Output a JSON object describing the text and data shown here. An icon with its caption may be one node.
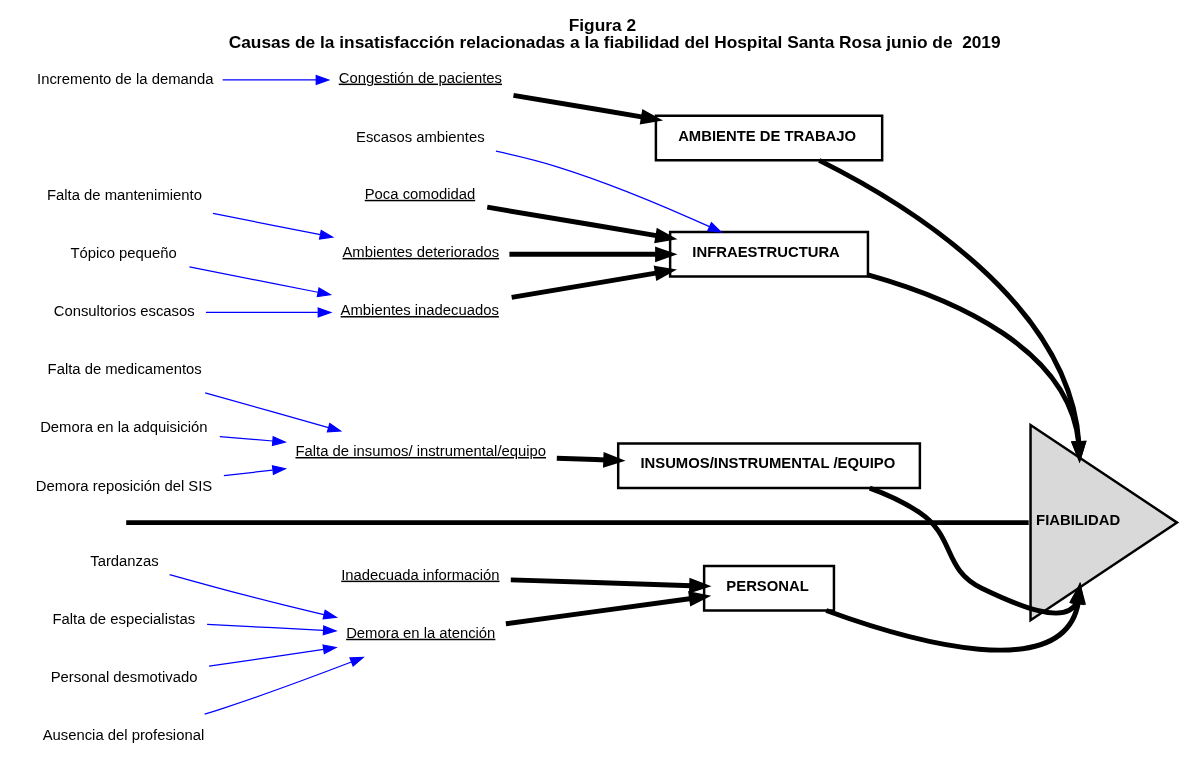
{
  "diagram": {
    "title": "Figura 2",
    "caption": "Causas de la insatisfacción relacionadas a la fiabilidad del Hospital Santa Rosa junio de  2019",
    "nodes": [
      {
        "text": [
          "PERSONAL"
        ]
      },
      {
        "text": [
          "AMBIENTE DE TRABAJO"
        ]
      },
      {
        "text": [
          "FIABILIDAD"
        ]
      },
      {
        "text": [
          "INFRAESTRUCTURA"
        ]
      },
      {
        "text": [
          "INSUMOS/INSTRUMENTAL /EQUIPO"
        ]
      },
      {
        "text": [
          "Inadecuada información"
        ]
      },
      {
        "text": [
          "Demora en la atención"
        ]
      },
      {
        "text": [
          "Tardanzas"
        ]
      },
      {
        "text": [
          "Falta de especialistas"
        ]
      },
      {
        "text": [
          "Personal desmotivado"
        ]
      },
      {
        "text": [
          "Ausencia del profesional"
        ]
      },
      {
        "text": [
          "Congestión de pacientes"
        ]
      },
      {
        "text": [
          "Incremento de la demanda"
        ]
      },
      {
        "text": [
          "Escasos ambientes"
        ]
      },
      {
        "text": [
          "Poca comodidad"
        ]
      },
      {
        "text": [
          "Ambientes deteriorados"
        ]
      },
      {
        "text": [
          "Falta de mantenimiento"
        ]
      },
      {
        "text": [
          "Ambientes inadecuados"
        ]
      },
      {
        "text": [
          "Tópico pequeño"
        ]
      },
      {
        "text": [
          "Consultorios escasos"
        ]
      },
      {
        "text": [
          "Falta de insumos/ instrumental/equipo"
        ]
      },
      {
        "text": [
          "Falta de medicamentos"
        ]
      },
      {
        "text": [
          "Demora en la adquisición"
        ]
      },
      {
        "text": [
          "Demora reposición del SIS"
        ]
      }
    ],
    "edges": [
      {
        "from": null,
        "to": 2,
        "arrow": "none",
        "style": "thick"
      },
      {
        "from": 0,
        "to": 2,
        "arrow": "to",
        "style": "thick"
      },
      {
        "from": 1,
        "to": 2,
        "arrow": "to",
        "style": "thick"
      },
      {
        "from": 3,
        "to": 2,
        "arrow": "to",
        "style": "thick"
      },
      {
        "from": 4,
        "to": 2,
        "arrow": "to",
        "style": "thick"
      },
      {
        "from": 5,
        "to": 0,
        "arrow": "to",
        "style": "thick"
      },
      {
        "from": 6,
        "to": 0,
        "arrow": "to",
        "style": "thick"
      },
      {
        "from": 7,
        "to": 6,
        "arrow": "to",
        "color": "#0000ff"
      },
      {
        "from": 8,
        "to": 6,
        "arrow": "to",
        "color": "#0000ff"
      },
      {
        "from": 9,
        "to": 6,
        "arrow": "to",
        "color": "#0000ff"
      },
      {
        "from": 10,
        "to": 6,
        "arrow": "to",
        "color": "#0000ff"
      },
      {
        "from": 11,
        "to": 1,
        "arrow": "to",
        "style": "thick"
      },
      {
        "from": 12,
        "to": 11,
        "arrow": "to",
        "color": "#0000ff"
      },
      {
        "from": 13,
        "to": 3,
        "arrow": "to",
        "color": "#0000ff"
      },
      {
        "from": 14,
        "to": 3,
        "arrow": "to",
        "style": "thick"
      },
      {
        "from": 15,
        "to": 3,
        "arrow": "to",
        "style": "thick"
      },
      {
        "from": 16,
        "to": 15,
        "arrow": "to",
        "color": "#0000ff"
      },
      {
        "from": 17,
        "to": 3,
        "arrow": "to",
        "style": "thick"
      },
      {
        "from": 18,
        "to": 17,
        "arrow": "to",
        "color": "#0000ff"
      },
      {
        "from": 19,
        "to": 17,
        "arrow": "to",
        "color": "#0000ff"
      },
      {
        "from": 20,
        "to": 4,
        "arrow": "to",
        "style": "thick"
      },
      {
        "from": 21,
        "to": 20,
        "arrow": "to",
        "color": "#0000ff"
      },
      {
        "from": 22,
        "to": 20,
        "arrow": "to",
        "color": "#0000ff"
      },
      {
        "from": 23,
        "to": 20,
        "arrow": "to",
        "color": "#0000ff"
      }
    ]
  }
}
